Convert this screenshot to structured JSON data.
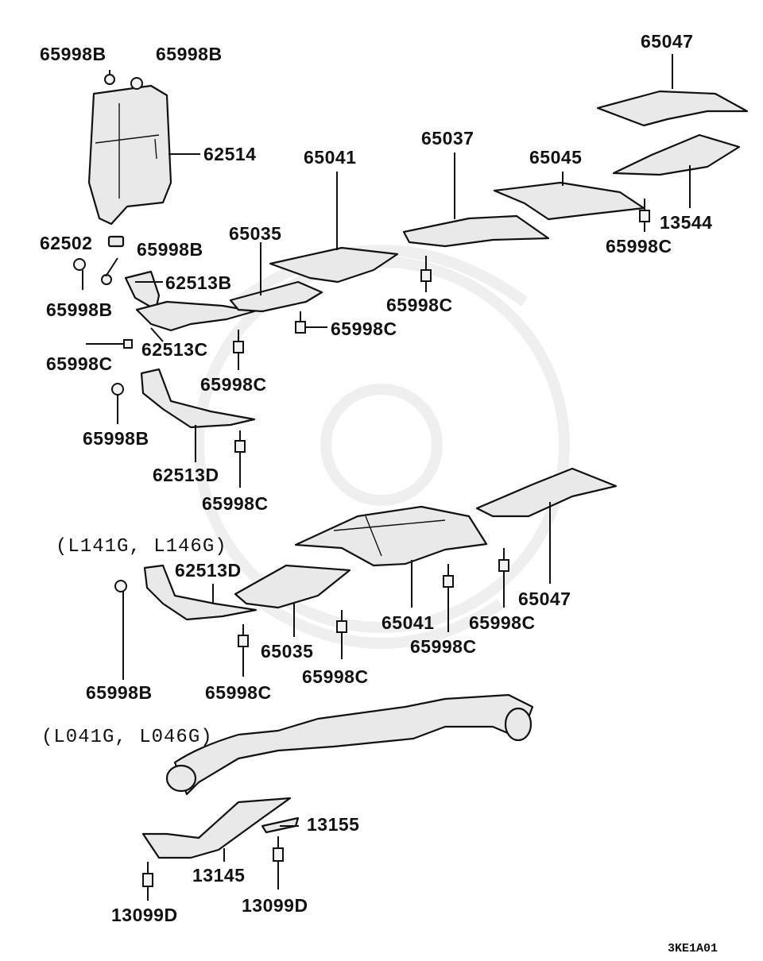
{
  "diagram": {
    "variant_labels": [
      "(L141G, L146G)",
      "(L041G, L046G)"
    ],
    "figure_code": "3KE1A01",
    "parts": {
      "p65047": "65047",
      "p13544": "13544",
      "p65037": "65037",
      "p65041": "65041",
      "p65045": "65045",
      "p65035": "65035",
      "p62514": "62514",
      "p62502": "62502",
      "p62513B": "62513B",
      "p62513C": "62513C",
      "p62513D": "62513D",
      "p65998B": "65998B",
      "p65998C": "65998C",
      "p13155": "13155",
      "p13145": "13145",
      "p13099D": "13099D"
    }
  }
}
